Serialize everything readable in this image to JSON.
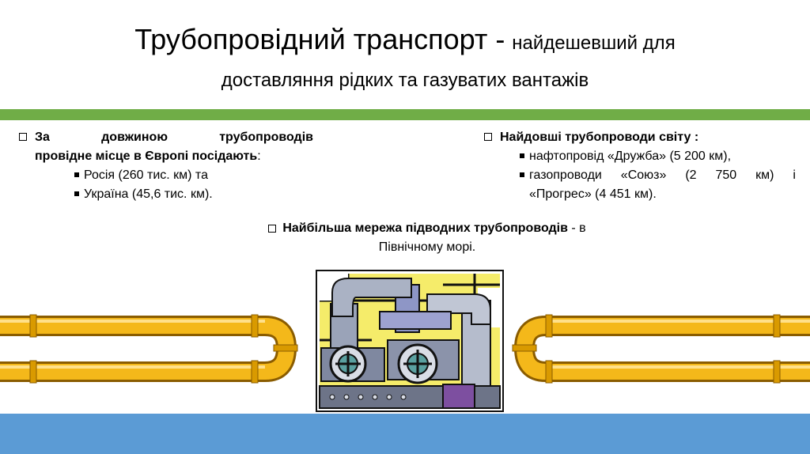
{
  "title": {
    "main": "Трубопровідний транспорт -",
    "sub1": "найдешевший для",
    "sub2": "доставляння рідких та газуватих вантажів"
  },
  "left": {
    "w1": "За",
    "w2": "довжиною",
    "w3": "трубопроводів",
    "line2_bold": "провідне місце в Європі посідають",
    "line2_colon": ":",
    "items": [
      "Росія (260 тис. км) та",
      "Україна (45,6 тис. км)."
    ]
  },
  "right": {
    "heading": "Найдовші трубопроводи світу :",
    "item1": "нафтопровід «Дружба» (5 200 км),",
    "item2_words": [
      "газопроводи",
      "«Союз»",
      "(2",
      "750",
      "км)",
      "і"
    ],
    "item2_line2": "«Прогрес» (4 451 км)."
  },
  "center": {
    "bold": "Найбільша мережа підводних трубопроводів",
    "rest": " - в",
    "line2": "Північному морі."
  },
  "colors": {
    "accent_green": "#70ad47",
    "band_blue": "#5b9bd5",
    "pipe_yellow": "#f4b81a"
  }
}
